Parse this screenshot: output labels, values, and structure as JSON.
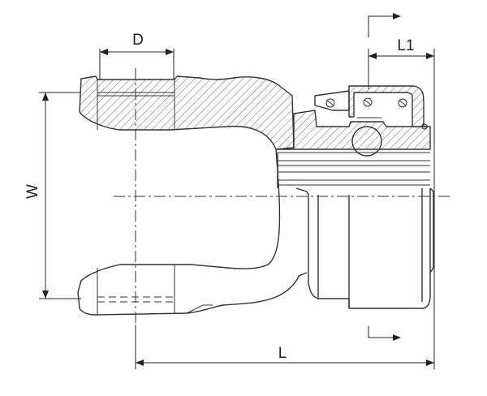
{
  "drawing": {
    "dimensions": {
      "D": "D",
      "L1": "L1",
      "W": "W",
      "L": "L"
    }
  }
}
